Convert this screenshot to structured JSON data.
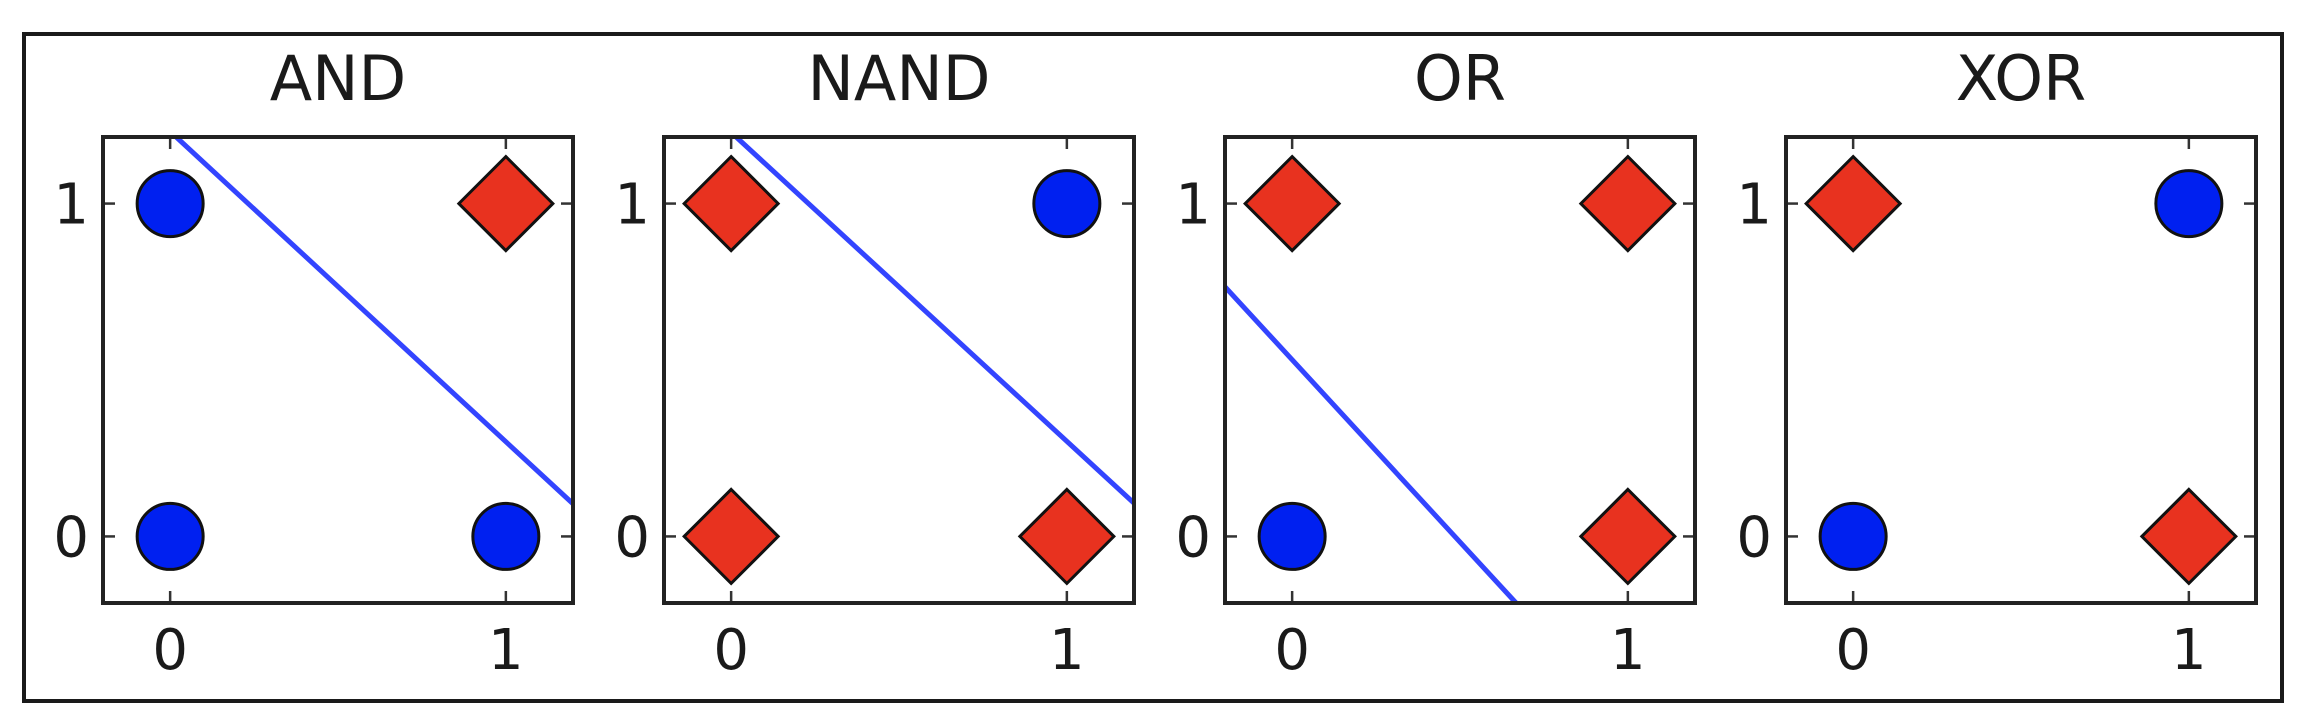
{
  "figure": {
    "frame_border_color": "#1a1a1a",
    "marker_colors": {
      "class_0": "#0020F0",
      "class_1": "#E8321F"
    },
    "line_color": "#3344FF"
  },
  "chart_data": [
    {
      "type": "scatter",
      "title": "AND",
      "xlabel": "",
      "ylabel": "",
      "xlim": [
        -0.2,
        1.2
      ],
      "ylim": [
        -0.2,
        1.2
      ],
      "xticks": [
        0,
        1
      ],
      "yticks": [
        0,
        1
      ],
      "xtick_labels": [
        "0",
        "1"
      ],
      "ytick_labels": [
        "0",
        "1"
      ],
      "grid": false,
      "points": [
        {
          "x": 0,
          "y": 0,
          "marker": "circle",
          "color": "#0020F0"
        },
        {
          "x": 0,
          "y": 1,
          "marker": "circle",
          "color": "#0020F0"
        },
        {
          "x": 1,
          "y": 0,
          "marker": "circle",
          "color": "#0020F0"
        },
        {
          "x": 1,
          "y": 1,
          "marker": "diamond",
          "color": "#E8321F"
        }
      ],
      "decision_line": {
        "x": [
          0.018,
          1.2
        ],
        "y": [
          1.2,
          0.098
        ],
        "color": "#3344FF"
      }
    },
    {
      "type": "scatter",
      "title": "NAND",
      "xlabel": "",
      "ylabel": "",
      "xlim": [
        -0.2,
        1.2
      ],
      "ylim": [
        -0.2,
        1.2
      ],
      "xticks": [
        0,
        1
      ],
      "yticks": [
        0,
        1
      ],
      "xtick_labels": [
        "0",
        "1"
      ],
      "ytick_labels": [
        "0",
        "1"
      ],
      "grid": false,
      "points": [
        {
          "x": 0,
          "y": 0,
          "marker": "diamond",
          "color": "#E8321F"
        },
        {
          "x": 0,
          "y": 1,
          "marker": "diamond",
          "color": "#E8321F"
        },
        {
          "x": 1,
          "y": 0,
          "marker": "diamond",
          "color": "#E8321F"
        },
        {
          "x": 1,
          "y": 1,
          "marker": "circle",
          "color": "#0020F0"
        }
      ],
      "decision_line": {
        "x": [
          0.015,
          1.2
        ],
        "y": [
          1.2,
          0.1
        ],
        "color": "#3344FF"
      }
    },
    {
      "type": "scatter",
      "title": "OR",
      "xlabel": "",
      "ylabel": "",
      "xlim": [
        -0.2,
        1.2
      ],
      "ylim": [
        -0.2,
        1.2
      ],
      "xticks": [
        0,
        1
      ],
      "yticks": [
        0,
        1
      ],
      "xtick_labels": [
        "0",
        "1"
      ],
      "ytick_labels": [
        "0",
        "1"
      ],
      "grid": false,
      "points": [
        {
          "x": 0,
          "y": 0,
          "marker": "circle",
          "color": "#0020F0"
        },
        {
          "x": 0,
          "y": 1,
          "marker": "diamond",
          "color": "#E8321F"
        },
        {
          "x": 1,
          "y": 0,
          "marker": "diamond",
          "color": "#E8321F"
        },
        {
          "x": 1,
          "y": 1,
          "marker": "diamond",
          "color": "#E8321F"
        }
      ],
      "decision_line": {
        "x": [
          -0.2,
          0.667
        ],
        "y": [
          0.75,
          -0.2
        ],
        "color": "#3344FF"
      }
    },
    {
      "type": "scatter",
      "title": "XOR",
      "xlabel": "",
      "ylabel": "",
      "xlim": [
        -0.2,
        1.2
      ],
      "ylim": [
        -0.2,
        1.2
      ],
      "xticks": [
        0,
        1
      ],
      "yticks": [
        0,
        1
      ],
      "xtick_labels": [
        "0",
        "1"
      ],
      "ytick_labels": [
        "0",
        "1"
      ],
      "grid": false,
      "points": [
        {
          "x": 0,
          "y": 0,
          "marker": "circle",
          "color": "#0020F0"
        },
        {
          "x": 0,
          "y": 1,
          "marker": "diamond",
          "color": "#E8321F"
        },
        {
          "x": 1,
          "y": 0,
          "marker": "diamond",
          "color": "#E8321F"
        },
        {
          "x": 1,
          "y": 1,
          "marker": "circle",
          "color": "#0020F0"
        }
      ],
      "decision_line": null
    }
  ]
}
